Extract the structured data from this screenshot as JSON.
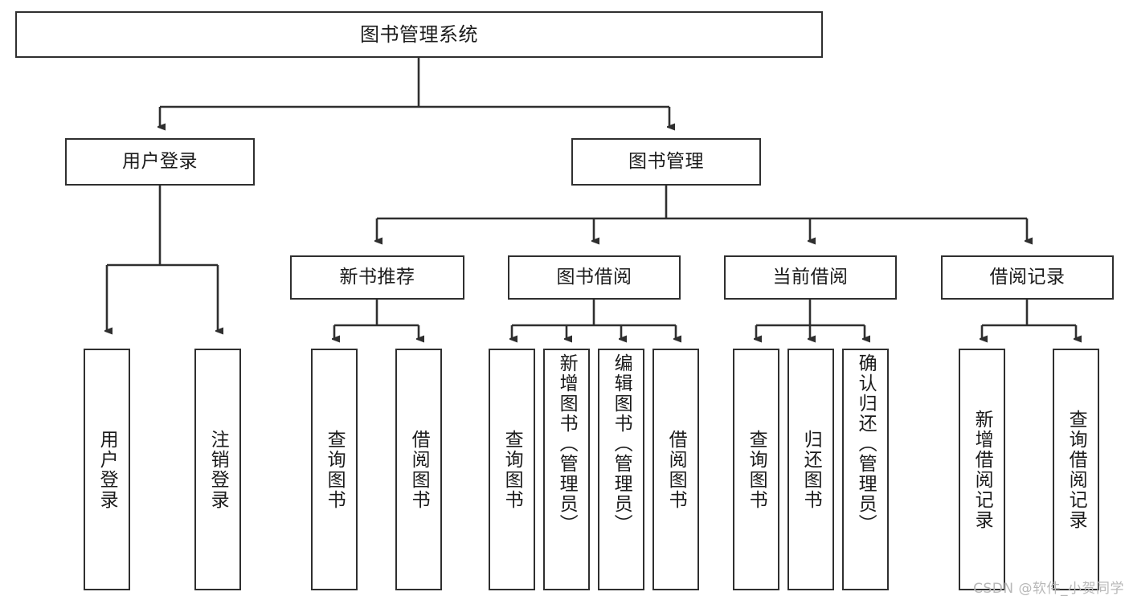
{
  "diagram": {
    "title": "图书管理系统",
    "type": "tree-hierarchy",
    "root": {
      "label": "图书管理系统"
    },
    "level2": [
      {
        "label": "用户登录"
      },
      {
        "label": "图书管理"
      }
    ],
    "level3": [
      {
        "label": "新书推荐"
      },
      {
        "label": "图书借阅"
      },
      {
        "label": "当前借阅"
      },
      {
        "label": "借阅记录"
      }
    ],
    "leaves": {
      "user_login": [
        {
          "label": "用户登录"
        },
        {
          "label": "注销登录"
        }
      ],
      "new_book_recommend": [
        {
          "label": "查询图书"
        },
        {
          "label": "借阅图书"
        }
      ],
      "book_borrow": [
        {
          "label": "查询图书"
        },
        {
          "label": "新增图书（管理员）"
        },
        {
          "label": "编辑图书（管理员）"
        },
        {
          "label": "借阅图书"
        }
      ],
      "current_borrow": [
        {
          "label": "查询图书"
        },
        {
          "label": "归还图书"
        },
        {
          "label": "确认归还（管理员）"
        }
      ],
      "borrow_record": [
        {
          "label": "新增借阅记录"
        },
        {
          "label": "查询借阅记录"
        }
      ]
    }
  },
  "watermark": {
    "text": "CSDN @软件_小贺同学"
  },
  "colors": {
    "border": "#2f2f2f",
    "background": "#ffffff",
    "text": "#1b1b1b",
    "watermark": "#b8b8b8"
  }
}
